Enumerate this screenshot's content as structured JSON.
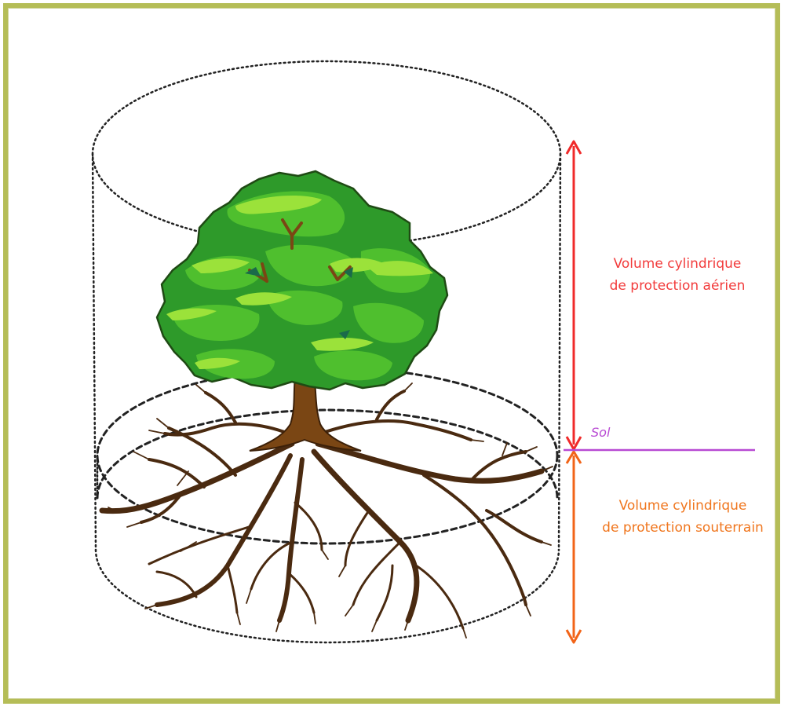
{
  "labels": {
    "aerien_line1": "Volume cylindrique",
    "aerien_line2": "de protection aérien",
    "souterrain_line1": "Volume cylindrique",
    "souterrain_line2": "de protection souterrain",
    "sol": "Sol"
  },
  "colors": {
    "frame": "#b5bd57",
    "aerien_arrow": "#f02a2a",
    "souterrain_arrow": "#f26418",
    "sol_line": "#b84ad3",
    "foliage_dark": "#2e9a2a",
    "foliage_mid": "#4fbf2e",
    "foliage_light": "#9be23a",
    "trunk": "#7a4614",
    "roots": "#4a2a10"
  }
}
